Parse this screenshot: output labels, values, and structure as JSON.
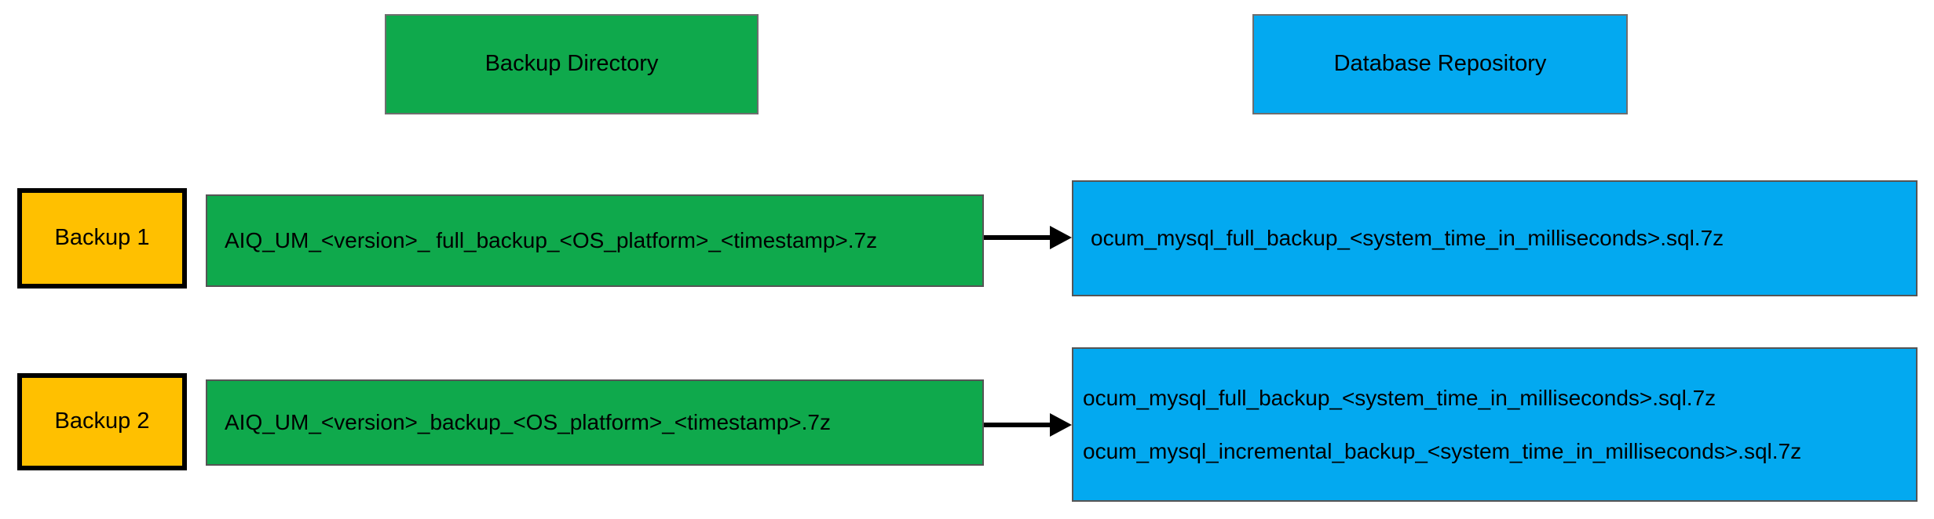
{
  "diagram": {
    "title_columns": [
      {
        "label": "Backup Directory",
        "color": "#0FA94C"
      },
      {
        "label": "Database Repository",
        "color": "#03A9F0"
      }
    ],
    "rows": [
      {
        "badge": "Backup 1",
        "badge_color": "#FFC000",
        "source_file": "AIQ_UM_<version>_ full_backup_<OS_platform>_<timestamp>.7z",
        "target_files": [
          "ocum_mysql_full_backup_<system_time_in_milliseconds>.sql.7z"
        ]
      },
      {
        "badge": "Backup 2",
        "badge_color": "#FFC000",
        "source_file": "AIQ_UM_<version>_backup_<OS_platform>_<timestamp>.7z",
        "target_files": [
          "ocum_mysql_full_backup_<system_time_in_milliseconds>.sql.7z",
          "ocum_mysql_incremental_backup_<system_time_in_milliseconds>.sql.7z"
        ]
      }
    ],
    "connector": {
      "name": "arrow-right",
      "color": "#000000"
    }
  }
}
